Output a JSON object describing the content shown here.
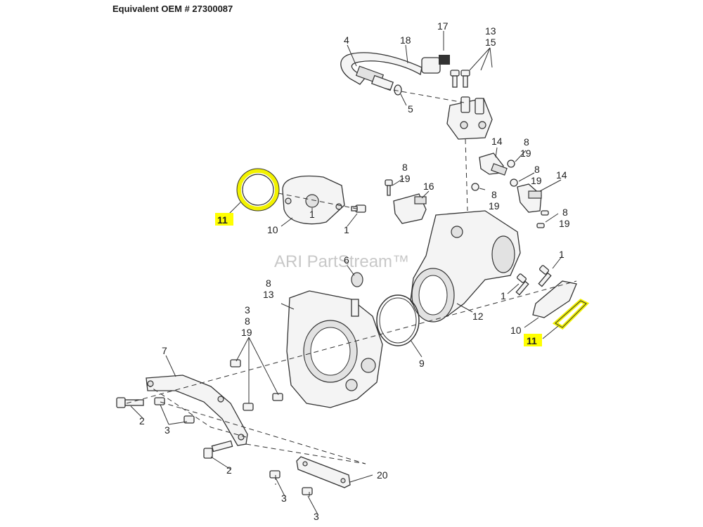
{
  "header": {
    "title": "Equivalent OEM # 27300087"
  },
  "watermark": "ARI PartStream™",
  "highlight_color": "#ffff00",
  "ring_color": "#f2f200",
  "callouts": [
    {
      "id": "c17",
      "text": "17"
    },
    {
      "id": "c13a",
      "text": "13"
    },
    {
      "id": "c15",
      "text": "15"
    },
    {
      "id": "c4",
      "text": "4"
    },
    {
      "id": "c18",
      "text": "18"
    },
    {
      "id": "c5",
      "text": "5"
    },
    {
      "id": "c14a",
      "text": "14"
    },
    {
      "id": "c8a",
      "text": "8"
    },
    {
      "id": "c19a",
      "text": "19"
    },
    {
      "id": "c8b",
      "text": "8"
    },
    {
      "id": "c19b",
      "text": "19"
    },
    {
      "id": "c16",
      "text": "16"
    },
    {
      "id": "c8c",
      "text": "8"
    },
    {
      "id": "c19c",
      "text": "19"
    },
    {
      "id": "c14b",
      "text": "14"
    },
    {
      "id": "c8d",
      "text": "8"
    },
    {
      "id": "c19d",
      "text": "19"
    },
    {
      "id": "c8e",
      "text": "8"
    },
    {
      "id": "c19e",
      "text": "19"
    },
    {
      "id": "c1a",
      "text": "1"
    },
    {
      "id": "c10a",
      "text": "10"
    },
    {
      "id": "c1b",
      "text": "1"
    },
    {
      "id": "c11a",
      "text": "11"
    },
    {
      "id": "c6",
      "text": "6"
    },
    {
      "id": "c1c",
      "text": "1"
    },
    {
      "id": "c1d",
      "text": "1"
    },
    {
      "id": "c8f",
      "text": "8"
    },
    {
      "id": "c13b",
      "text": "13"
    },
    {
      "id": "c12",
      "text": "12"
    },
    {
      "id": "c10b",
      "text": "10"
    },
    {
      "id": "c11b",
      "text": "11"
    },
    {
      "id": "c3a",
      "text": "3"
    },
    {
      "id": "c8g",
      "text": "8"
    },
    {
      "id": "c19f",
      "text": "19"
    },
    {
      "id": "c9",
      "text": "9"
    },
    {
      "id": "c7",
      "text": "7"
    },
    {
      "id": "c2a",
      "text": "2"
    },
    {
      "id": "c3b",
      "text": "3"
    },
    {
      "id": "c2b",
      "text": "2"
    },
    {
      "id": "c20",
      "text": "20"
    },
    {
      "id": "c3c",
      "text": "3"
    },
    {
      "id": "c3d",
      "text": "3"
    }
  ]
}
